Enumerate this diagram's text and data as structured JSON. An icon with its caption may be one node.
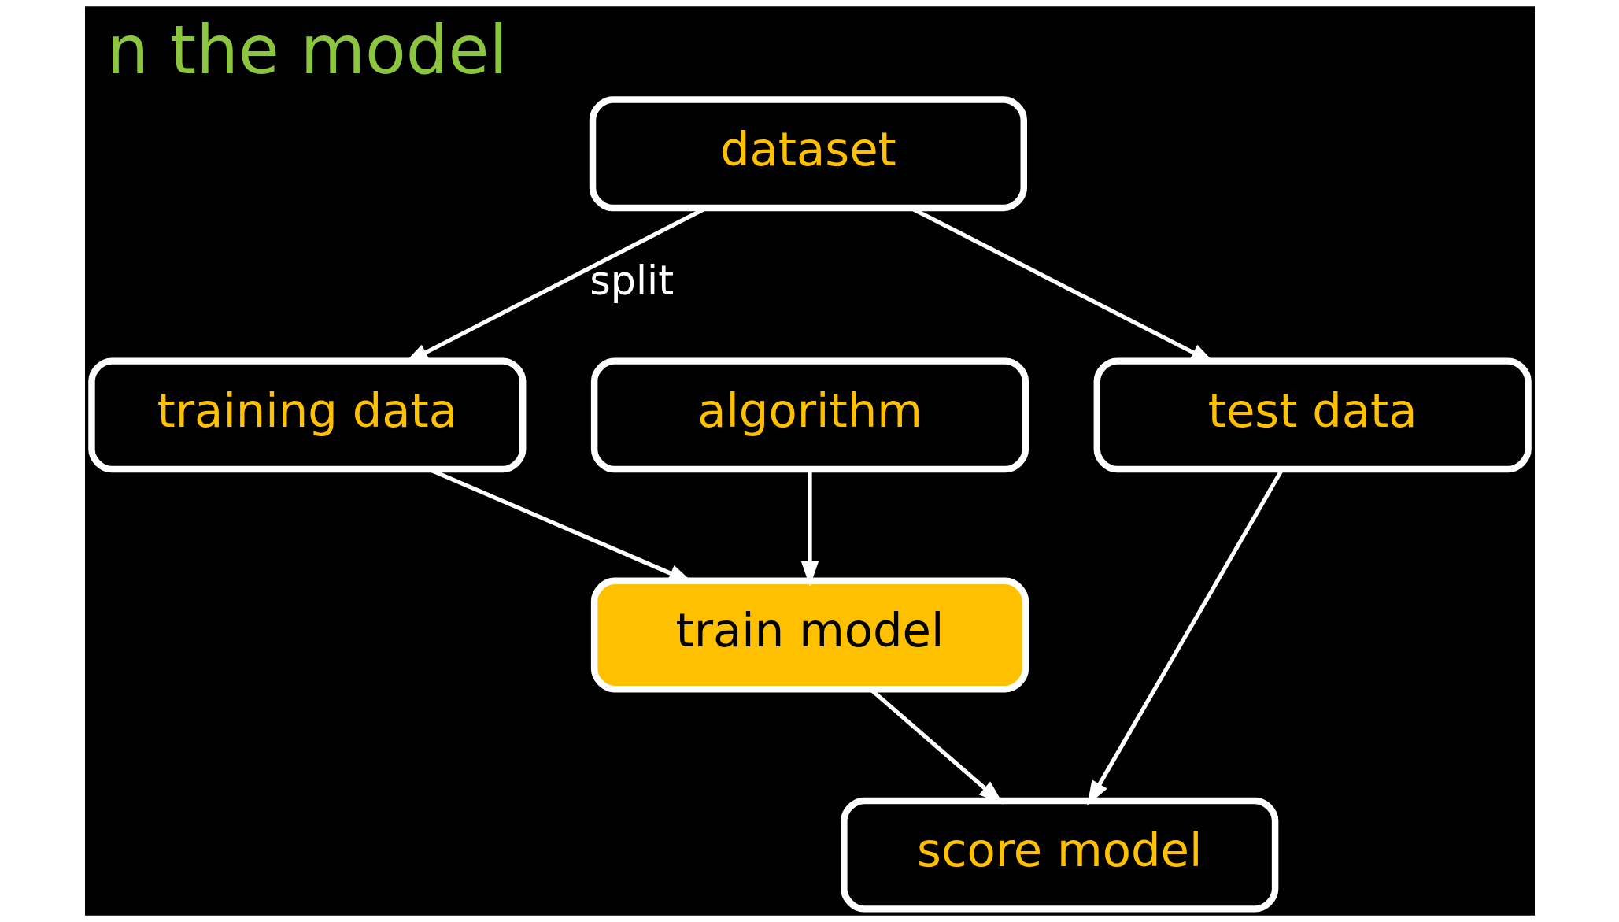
{
  "diagram": {
    "title": "n the model",
    "nodes": [
      {
        "text": [
          "dataset"
        ]
      },
      {
        "text": [
          "algorithm"
        ]
      },
      {
        "text": [
          "training data"
        ]
      },
      {
        "text": [
          "test data"
        ]
      },
      {
        "text": [
          "train model"
        ]
      },
      {
        "text": [
          "score model"
        ]
      }
    ],
    "edges": [
      {
        "from": 0,
        "to": 2,
        "arrow": "to",
        "label": "split"
      },
      {
        "from": 0,
        "to": 3,
        "arrow": "to"
      },
      {
        "from": 1,
        "to": 4,
        "arrow": "to"
      },
      {
        "from": 2,
        "to": 4,
        "arrow": "to"
      },
      {
        "from": 4,
        "to": 5,
        "arrow": "to"
      },
      {
        "from": 3,
        "to": 5,
        "arrow": "to"
      }
    ]
  }
}
